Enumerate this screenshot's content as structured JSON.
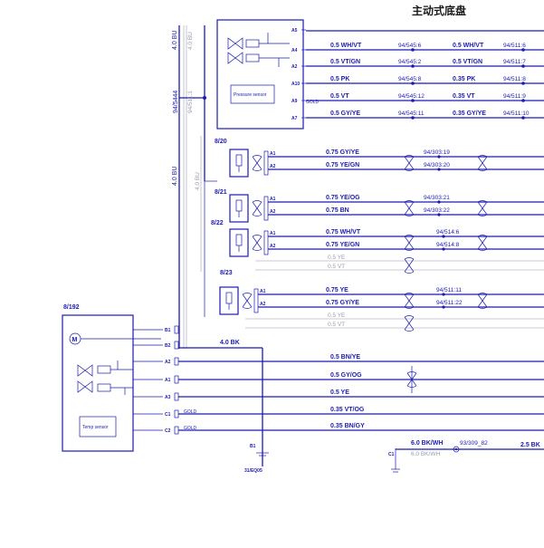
{
  "title": "主动式底盘",
  "top_module": {
    "pins": [
      "A5",
      "A4",
      "A2",
      "A10",
      "A9",
      "A7"
    ],
    "pressure_sensor": "Pressure sensor",
    "gold": "GOLD",
    "wires": [
      "0.5 WH/VT",
      "0.5 VT/GN",
      "0.5 PK",
      "0.5 VT",
      "0.5 GY/YE"
    ],
    "refs_left": [
      "94/545:6",
      "94/545:2",
      "94/545:8",
      "94/545:12",
      "94/545:11"
    ],
    "wires_right": [
      "0.5 WH/VT",
      "0.5 VT/GN",
      "0.35 PK",
      "0.35 VT",
      "0.35 GY/YE"
    ],
    "refs_right": [
      "94/511:6",
      "94/511:7",
      "94/511:8",
      "94/511:9",
      "94/511:10"
    ]
  },
  "vertical": {
    "bus_a": "4.0 BU",
    "bus_b": "4.0 BU",
    "bus_c": "4.0 BU",
    "splice": "94/5444",
    "gray_a": "94/511:1",
    "gray_b": "4.0 BU"
  },
  "valves": [
    {
      "id": "8/20",
      "pins": [
        "A1",
        "A2"
      ],
      "wires": [
        "0.75 GY/YE",
        "0.75 YE/GN"
      ],
      "refs": [
        "94/303:19",
        "94/303:20"
      ]
    },
    {
      "id": "8/21",
      "pins": [
        "A1",
        "A2"
      ],
      "wires": [
        "0.75 YE/OG",
        "0.75 BN"
      ],
      "refs": [
        "94/303:21",
        "94/303:22"
      ]
    },
    {
      "id": "8/22",
      "pins": [
        "A1",
        "A2"
      ],
      "wires": [
        "0.75 WH/VT",
        "0.75 YE/GN"
      ],
      "refs": [
        "94/514:6",
        "94/514:8"
      ],
      "grey": [
        "0.5 YE",
        "0.5 VT"
      ]
    },
    {
      "id": "8/23",
      "pins": [
        "A1",
        "A2"
      ],
      "wires": [
        "0.75 YE",
        "0.75 GY/YE"
      ],
      "refs": [
        "94/511:11",
        "94/511:22"
      ],
      "grey": [
        "0.5 YE",
        "0.5 VT"
      ]
    }
  ],
  "module_192": {
    "id": "8/192",
    "motor": "M",
    "temp_sensor": "Temp sensor",
    "pins": [
      "B1",
      "B2",
      "A2",
      "A1",
      "A3",
      "C1",
      "C2"
    ],
    "gold_a": "GOLD",
    "gold_b": "GOLD",
    "ground_wire": "4.0 BK",
    "wires": [
      "0.5 BN/YE",
      "0.5 GY/OG",
      "0.5 YE",
      "0.35 VT/OG",
      "0.35 BN/GY"
    ],
    "ground_pin": "B1",
    "ground_ref": "31/EQ05"
  },
  "bottom_right": {
    "pin": "C1",
    "wire": "6.0 BK/WH",
    "ref": "93/309_82",
    "grey": "6.0 BK/WH",
    "wire_right": "2.5 BK"
  }
}
